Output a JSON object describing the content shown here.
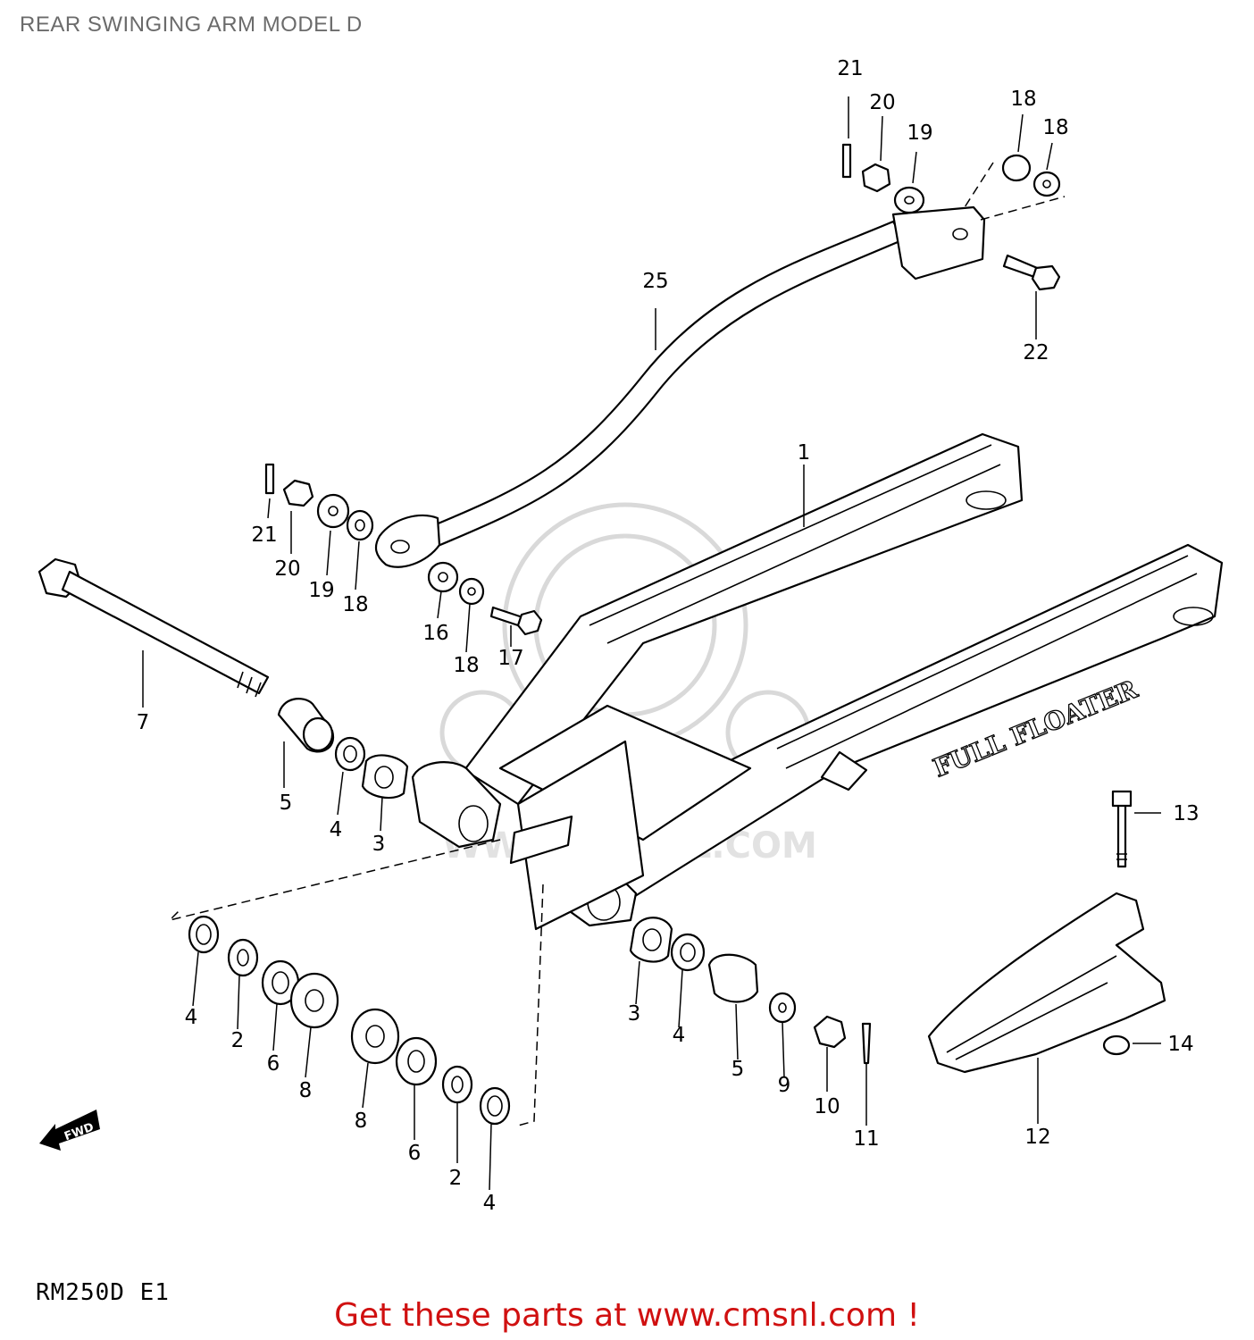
{
  "header": {
    "title": "REAR SWINGING ARM MODEL D"
  },
  "footer": {
    "model_code": "RM250D E1",
    "call_to_action": "Get these parts at www.cmsnl.com !"
  },
  "diagram": {
    "watermark_text": "WWW.CMSNL.COM",
    "brand_decal": "FULL FLOATER",
    "direction_arrow": "FWD",
    "callouts": {
      "c1": "1",
      "c25": "25",
      "c21a": "21",
      "c20a": "20",
      "c19a": "19",
      "c18a": "18",
      "c18b": "18",
      "c22": "22",
      "c21b": "21",
      "c20b": "20",
      "c19b": "19",
      "c18c": "18",
      "c16": "16",
      "c18d": "18",
      "c17": "17",
      "c7": "7",
      "c5a": "5",
      "c4a": "4",
      "c3a": "3",
      "c13": "13",
      "c14": "14",
      "c12": "12",
      "c4b": "4",
      "c2a": "2",
      "c6a": "6",
      "c8a": "8",
      "c8b": "8",
      "c6b": "6",
      "c2b": "2",
      "c4c": "4",
      "c3b": "3",
      "c4d": "4",
      "c5b": "5",
      "c9": "9",
      "c10": "10",
      "c11": "11"
    }
  }
}
